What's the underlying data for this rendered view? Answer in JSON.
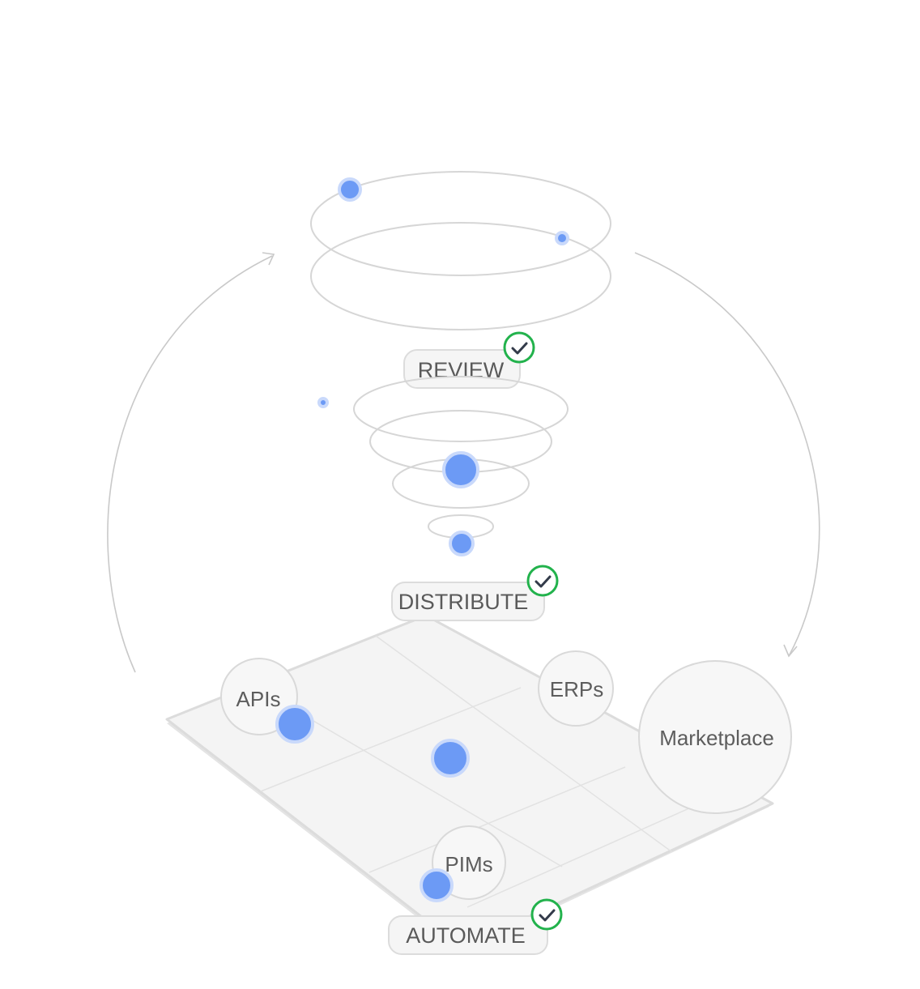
{
  "stages": {
    "review": "REVIEW",
    "distribute": "DISTRIBUTE",
    "automate": "AUTOMATE"
  },
  "nodes": {
    "apis": "APIs",
    "erps": "ERPs",
    "marketplace": "Marketplace",
    "pims": "PIMs"
  },
  "icons": {
    "check": "check-circle-icon",
    "cycle_arrow": "arrow-icon"
  },
  "colors": {
    "accent_dot": "#6c9af5",
    "check_ring": "#22b24c",
    "line": "#d6d6d6"
  }
}
